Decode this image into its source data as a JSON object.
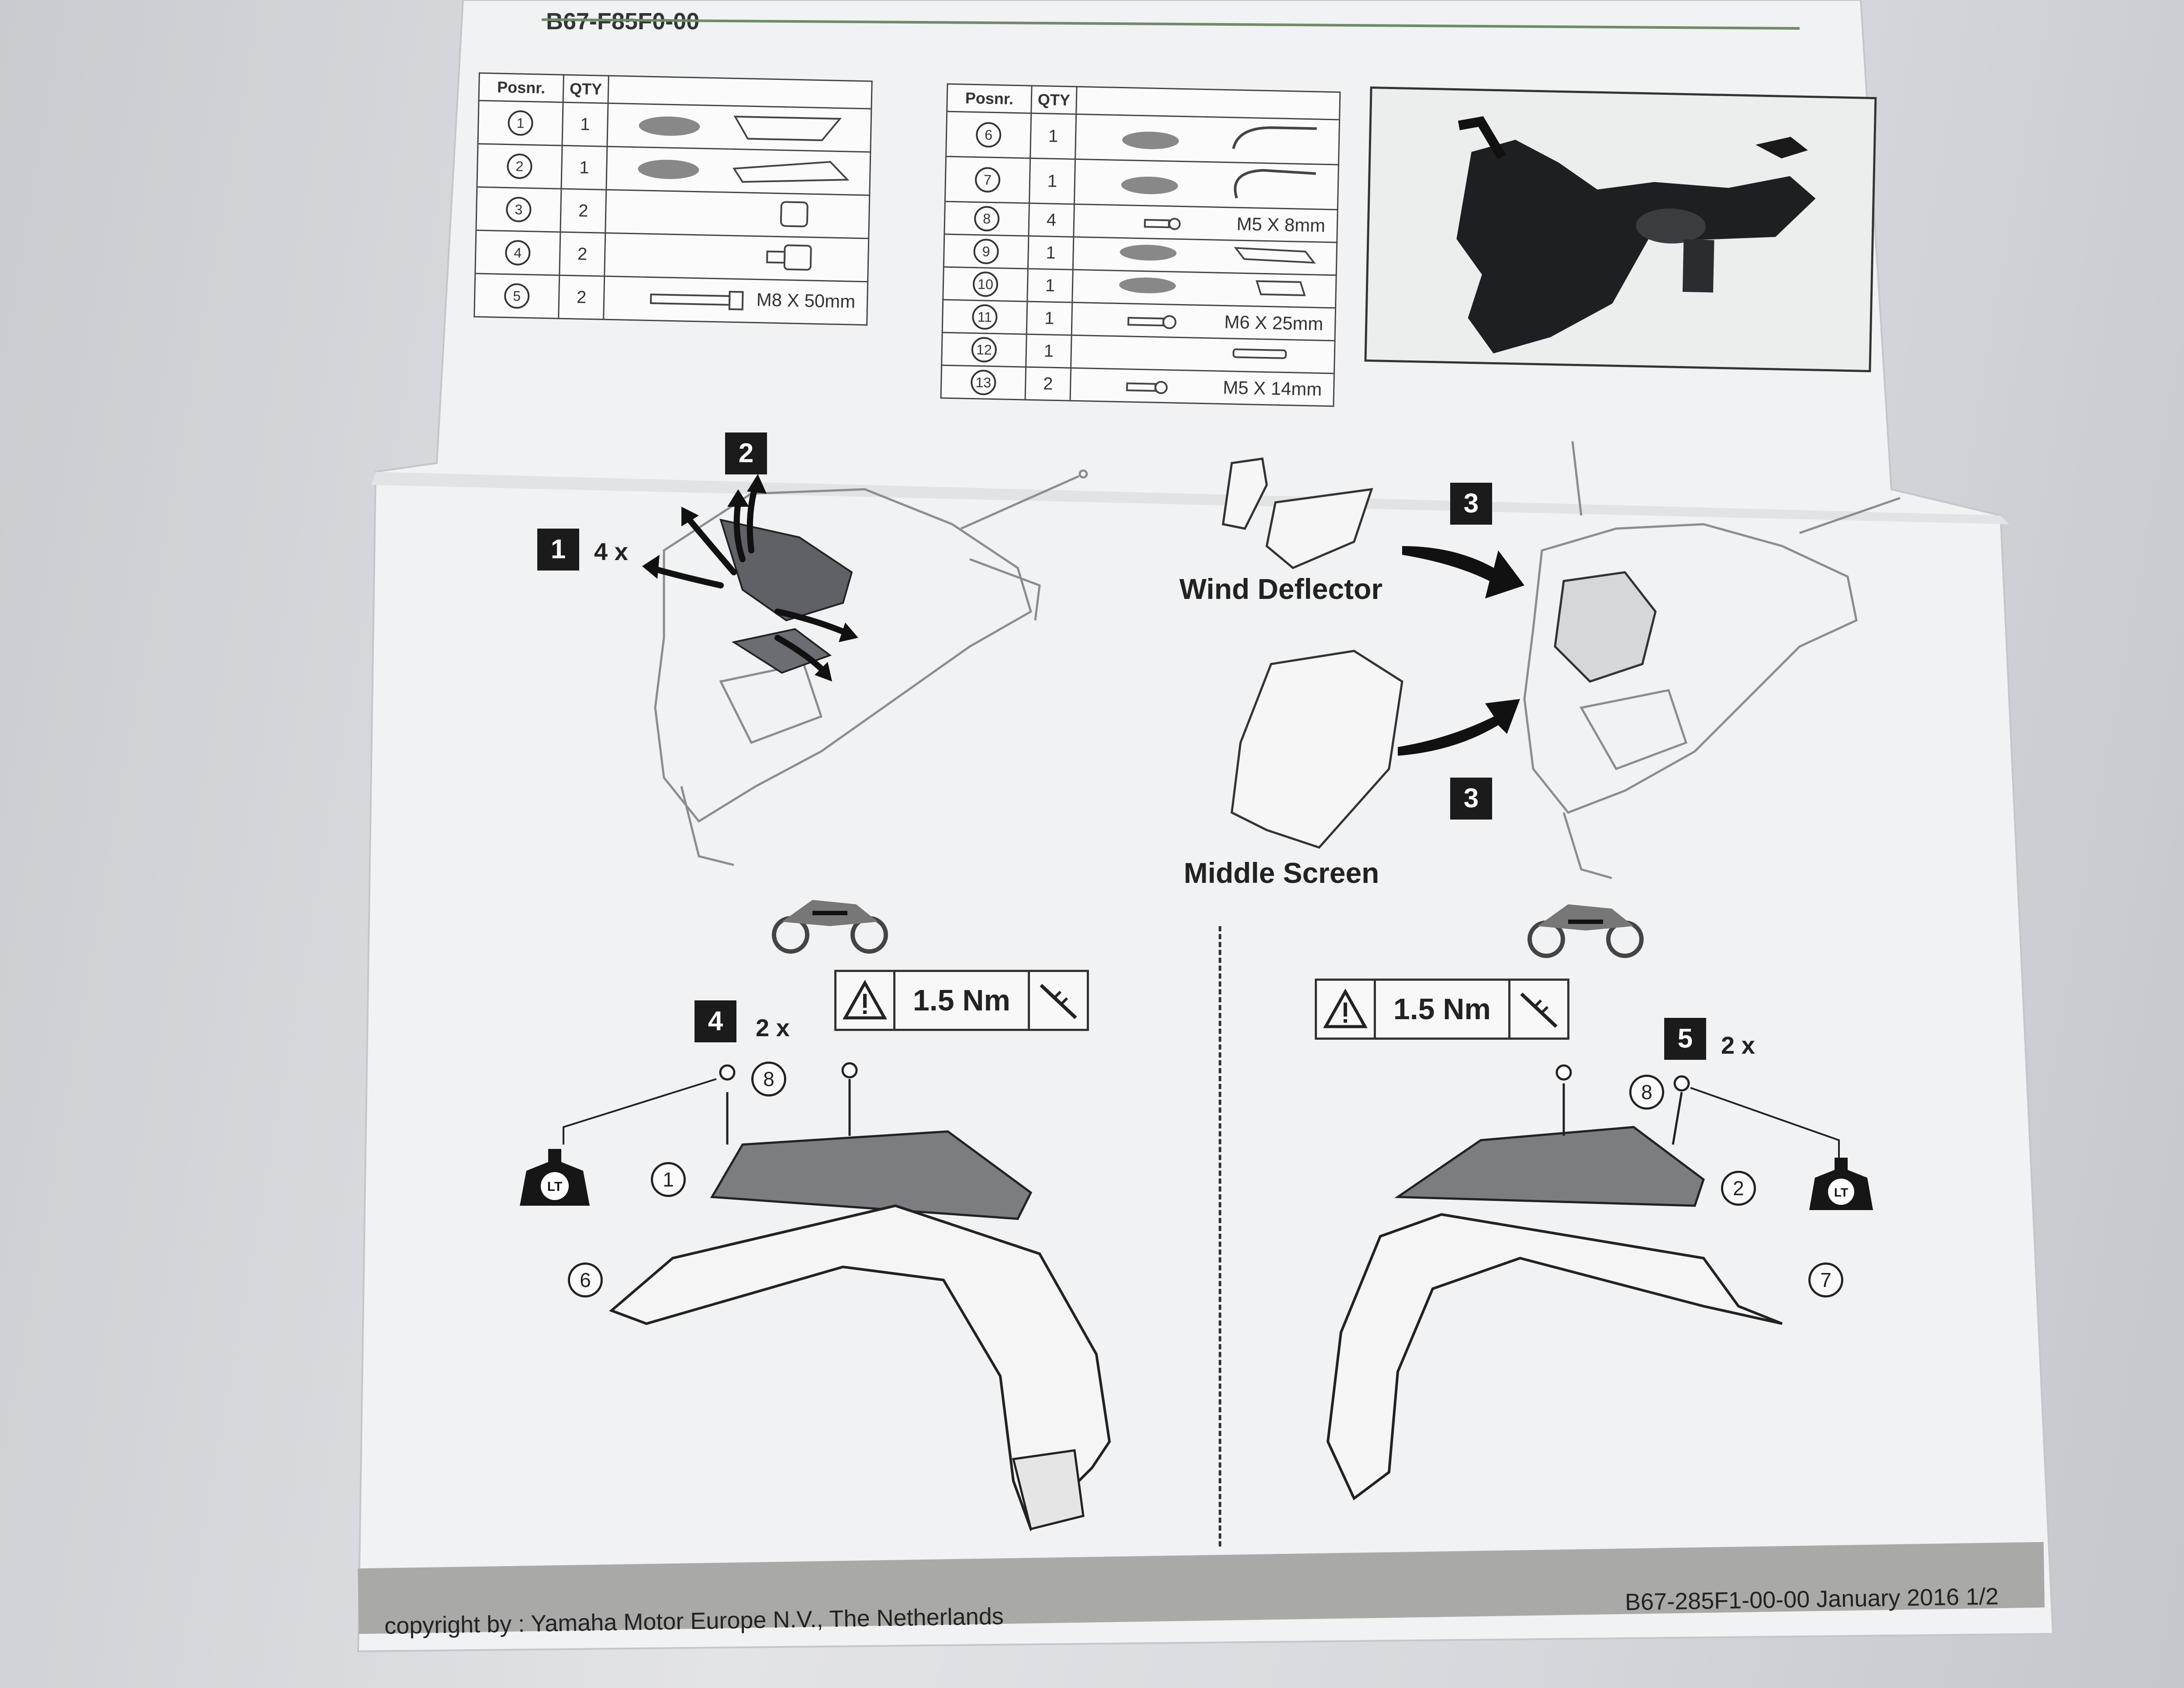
{
  "document": {
    "part_number": "B67-F85F0-00",
    "footer_copyright": "copyright by : Yamaha Motor Europe N.V., The Netherlands",
    "footer_code": "B67-285F1-00-00  January 2016 1/2"
  },
  "table_left": {
    "header_pos": "Posnr.",
    "header_qty": "QTY",
    "rows": [
      {
        "pos": "1",
        "qty": "1",
        "dim": ""
      },
      {
        "pos": "2",
        "qty": "1",
        "dim": ""
      },
      {
        "pos": "3",
        "qty": "2",
        "dim": ""
      },
      {
        "pos": "4",
        "qty": "2",
        "dim": ""
      },
      {
        "pos": "5",
        "qty": "2",
        "dim": "M8 X 50mm"
      }
    ]
  },
  "table_right": {
    "header_pos": "Posnr.",
    "header_qty": "QTY",
    "rows": [
      {
        "pos": "6",
        "qty": "1",
        "dim": ""
      },
      {
        "pos": "7",
        "qty": "1",
        "dim": ""
      },
      {
        "pos": "8",
        "qty": "4",
        "dim": "M5 X 8mm"
      },
      {
        "pos": "9",
        "qty": "1",
        "dim": ""
      },
      {
        "pos": "10",
        "qty": "1",
        "dim": ""
      },
      {
        "pos": "11",
        "qty": "1",
        "dim": "M6 X 25mm"
      },
      {
        "pos": "12",
        "qty": "1",
        "dim": ""
      },
      {
        "pos": "13",
        "qty": "2",
        "dim": "M5 X 14mm"
      }
    ]
  },
  "steps": {
    "step1": {
      "number": "1",
      "count": "4 x"
    },
    "step2": {
      "number": "2"
    },
    "step3a": {
      "number": "3"
    },
    "step3b": {
      "number": "3"
    },
    "step4": {
      "number": "4",
      "count": "2 x"
    },
    "step5": {
      "number": "5",
      "count": "2 x"
    }
  },
  "labels": {
    "wind_deflector": "Wind Deflector",
    "middle_screen": "Middle Screen"
  },
  "torque": {
    "left": "1.5 Nm",
    "right": "1.5 Nm"
  },
  "refs": {
    "r8_left": "8",
    "r1": "1",
    "r6": "6",
    "r8_right": "8",
    "r2": "2",
    "r7": "7",
    "lt_left": "LT",
    "lt_right": "LT"
  }
}
